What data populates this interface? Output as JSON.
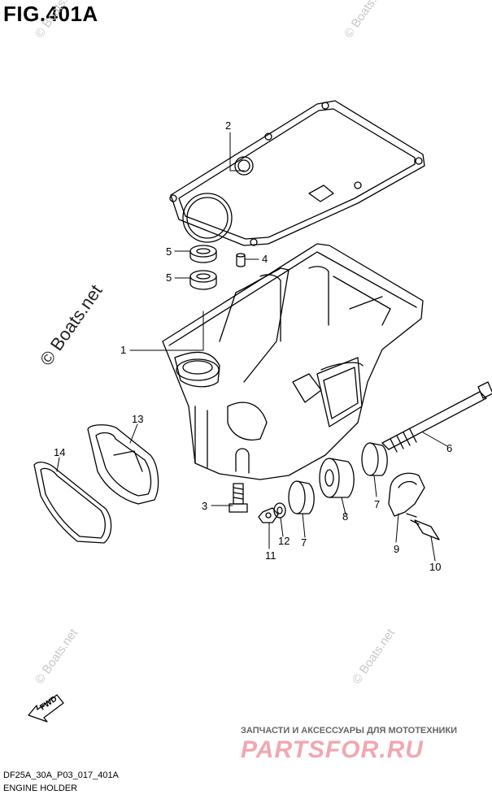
{
  "figure": {
    "title": "FIG.401A",
    "code": "DF25A_30A_P03_017_401A",
    "caption": "ENGINE HOLDER"
  },
  "callouts": {
    "n1": "1",
    "n2": "2",
    "n3": "3",
    "n4": "4",
    "n5a": "5",
    "n5b": "5",
    "n6": "6",
    "n7a": "7",
    "n7b": "7",
    "n8": "8",
    "n9": "9",
    "n10": "10",
    "n11": "11",
    "n12": "12",
    "n13": "13",
    "n14": "14"
  },
  "fwd_label": "FWD",
  "watermarks": {
    "main": "© Boats.net",
    "faint": "© Boats.net"
  },
  "banner": {
    "tagline": "ЗАПЧАСТИ И АКСЕССУАРЫ ДЛЯ МОТОТЕХНИКИ",
    "logo": "PARTSFOR.RU"
  },
  "colors": {
    "line": "#000000",
    "watermark": "#c8c8c8",
    "logo": "#f0a8b0"
  }
}
